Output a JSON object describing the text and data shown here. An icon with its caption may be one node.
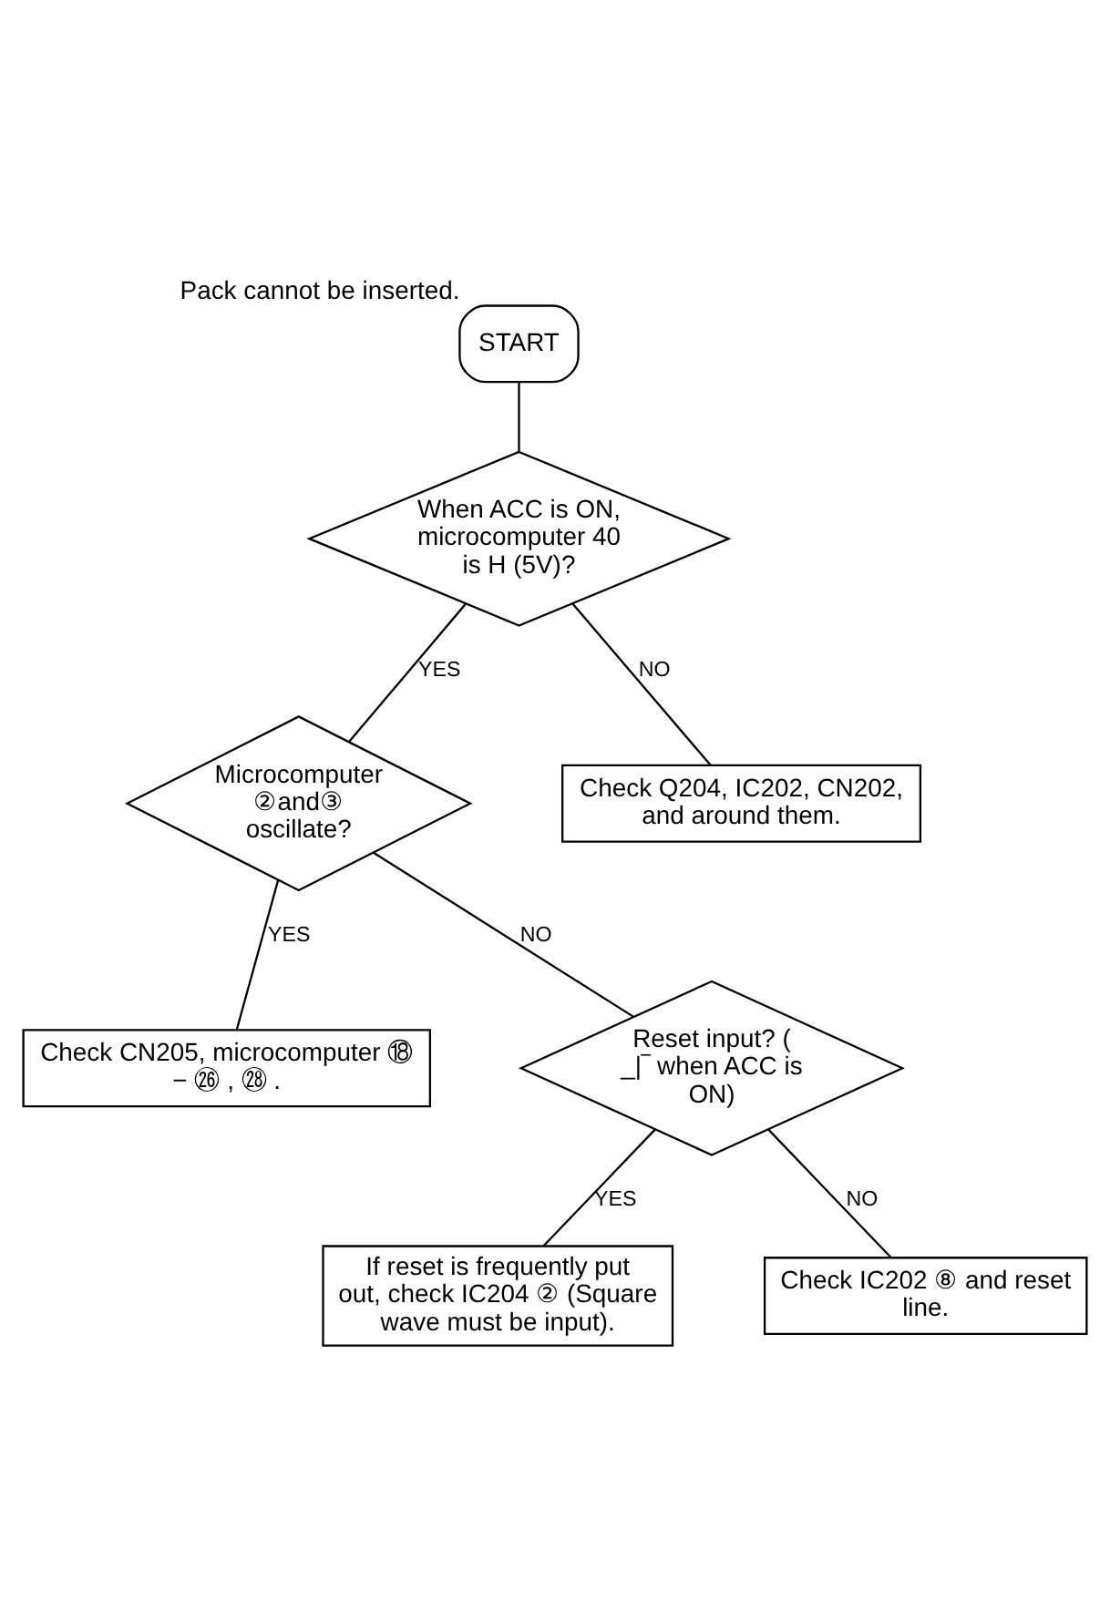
{
  "diagram": {
    "nodes": [
      {
        "text": [
          "START"
        ],
        "beside": [
          "Pack cannot be inserted."
        ]
      },
      {
        "text": [
          "When ACC is ON, microcomputer 40 is H (5V)?"
        ]
      },
      {
        "text": [
          "Microcomputer ②and③ oscillate?"
        ]
      },
      {
        "text": [
          "Check CN205, microcomputer ⑱ − ㉖ , ㉘ ."
        ]
      },
      {
        "text": [
          "Check Q204, IC202, CN202, and around them."
        ]
      },
      {
        "text": [
          "Reset input? ( _|‾ when ACC is ON)"
        ]
      },
      {
        "text": [
          "If reset is frequently put out, check IC204 ② (Square wave must be input)."
        ]
      },
      {
        "text": [
          "Check IC202 ⑧ and reset line."
        ]
      }
    ],
    "edges": [
      {
        "from": 0,
        "to": 1,
        "arrow": "none"
      },
      {
        "from": 1,
        "to": 2,
        "arrow": "none",
        "label": "YES"
      },
      {
        "from": 1,
        "to": 4,
        "arrow": "none",
        "label": "NO"
      },
      {
        "from": 2,
        "to": 3,
        "arrow": "none",
        "label": "YES"
      },
      {
        "from": 2,
        "to": 5,
        "arrow": "none",
        "label": "NO"
      },
      {
        "from": 5,
        "to": 6,
        "arrow": "none",
        "label": "YES"
      },
      {
        "from": 5,
        "to": 7,
        "arrow": "none",
        "label": "NO"
      }
    ]
  }
}
